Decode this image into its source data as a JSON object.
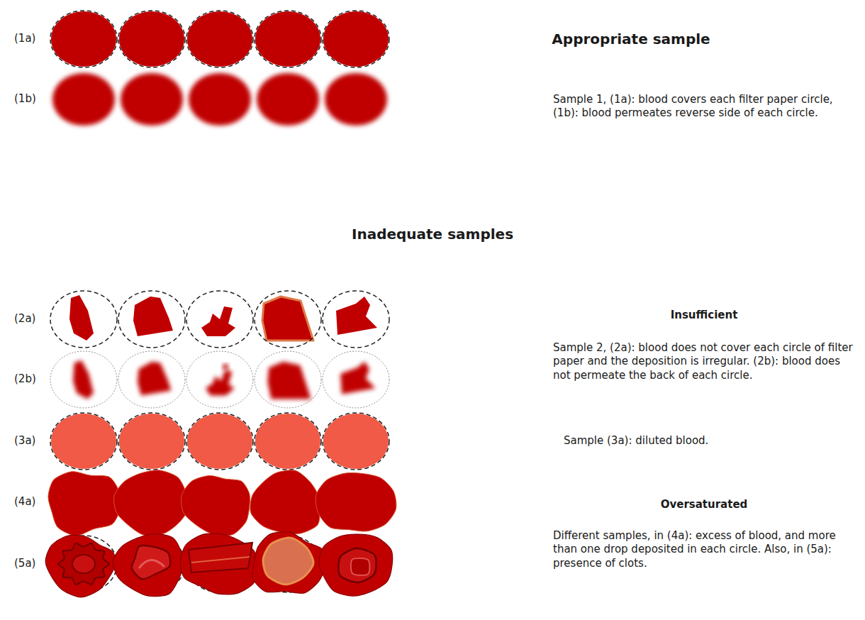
{
  "diagram": {
    "labels": [
      "(1a)",
      "Appropriate sample",
      "(1b)",
      "Sample 1, (1a): blood covers each filter paper circle, (1b): blood permeates reverse side of each circle.",
      "Inadequate samples",
      "(2a)",
      "Insufficient",
      "Sample 2, (2a): blood does not cover each circle of filter paper and the deposition is irregular. (2b): blood does not permeate the back of each circle.",
      "(2b)",
      "(3a)",
      "Sample (3a): diluted blood.",
      "(4a)",
      "Oversaturated",
      "Different samples, in (4a): excess of blood, and more than one drop deposited in each circle. Also, in (5a): presence of clots.",
      "(5a)"
    ]
  }
}
